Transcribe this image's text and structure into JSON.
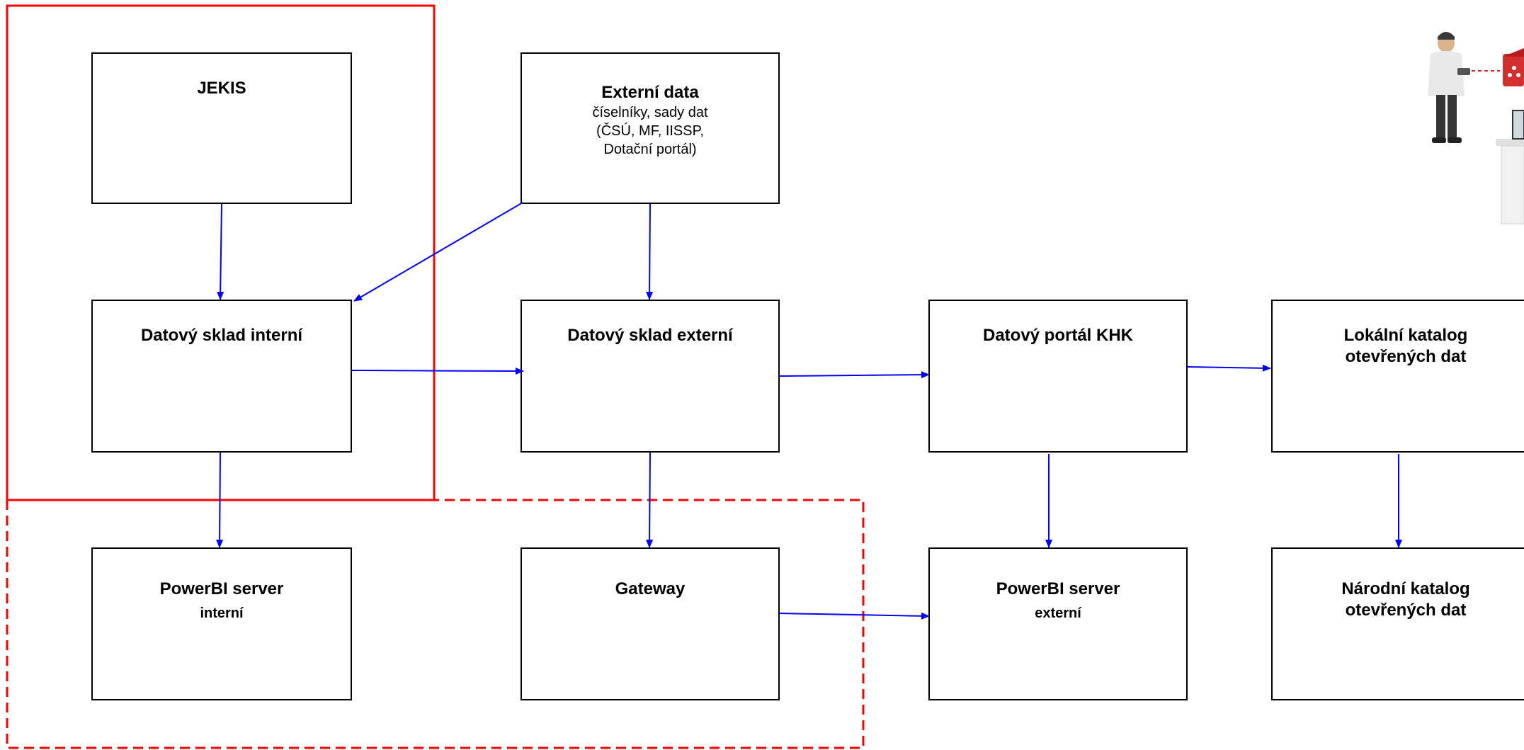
{
  "nodes": {
    "jekis": {
      "title": "JEKIS"
    },
    "externi_data": {
      "title": "Externí data",
      "sub": "číselníky, sady dat\n(ČSÚ, MF, IISSP,\nDotační portál)"
    },
    "sklad_interni": {
      "title": "Datový sklad interní"
    },
    "sklad_externi": {
      "title": "Datový sklad externí"
    },
    "portal_khk": {
      "title": "Datový portál KHK"
    },
    "lokalni_katalog": {
      "title": "Lokální katalog\notevřených dat"
    },
    "powerbi_interni": {
      "title": "PowerBI server",
      "sub": "interní"
    },
    "gateway": {
      "title": "Gateway"
    },
    "powerbi_externi": {
      "title": "PowerBI server",
      "sub": "externí"
    },
    "narodni_katalog": {
      "title": "Národní katalog\notevřených dat"
    }
  },
  "colors": {
    "arrow": "#0000ff",
    "internal_zone": "#ff0000",
    "external_zone_dashed": "#ff0000",
    "box_border": "#000000"
  }
}
